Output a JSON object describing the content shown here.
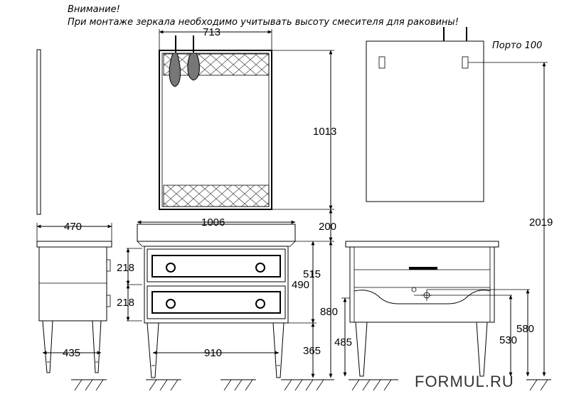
{
  "warning": {
    "line1": "Внимание!",
    "line2": "При монтаже зеркала необходимо учитывать высоту смесителя для раковины!"
  },
  "model_label": "Порто 100",
  "brand": "FORMUL.RU",
  "dimensions": {
    "mirror_width": "713",
    "mirror_height": "1013",
    "total_height": "2019",
    "side_depth": "470",
    "top_width": "1006",
    "gap_mirror": "200",
    "drawer_top": "218",
    "drawer_bottom": "218",
    "legs_depth": "435",
    "legs_width": "910",
    "body_515": "515",
    "body_490": "490",
    "leg_height": "365",
    "sink_height": "880",
    "front_485": "485",
    "pipe_530": "530",
    "pipe_580": "580"
  },
  "colors": {
    "line": "#000000",
    "brand": "#333333"
  }
}
